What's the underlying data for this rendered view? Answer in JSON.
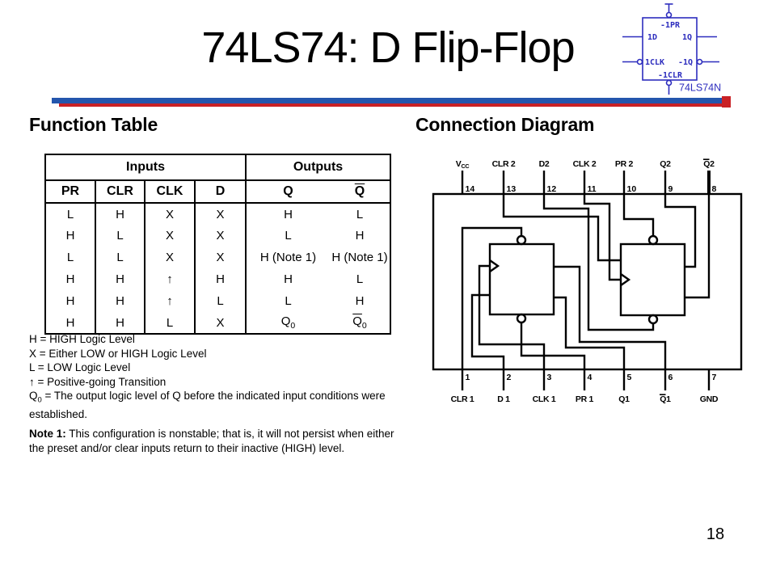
{
  "slide": {
    "title": "74LS74: D Flip-Flop",
    "page_number": "18"
  },
  "colors": {
    "divider_blue": "#2456ad",
    "divider_red": "#c92125",
    "symbol_blue": "#2d2dbe",
    "line_black": "#000000"
  },
  "chip_symbol": {
    "labels": {
      "pr": "-1PR",
      "d": "1D",
      "q": "1Q",
      "clk": "1CLK",
      "nq": "-1Q",
      "clr": "-1CLR"
    },
    "part_label": "74LS74N"
  },
  "function_table": {
    "heading": "Function Table",
    "group_headers": [
      "Inputs",
      "Outputs"
    ],
    "columns": [
      "PR",
      "CLR",
      "CLK",
      "D",
      "Q",
      "~Q"
    ],
    "rows": [
      [
        "L",
        "H",
        "X",
        "X",
        "H",
        "L"
      ],
      [
        "H",
        "L",
        "X",
        "X",
        "L",
        "H"
      ],
      [
        "L",
        "L",
        "X",
        "X",
        "H (Note 1)",
        "H (Note 1)"
      ],
      [
        "H",
        "H",
        "↑",
        "H",
        "H",
        "L"
      ],
      [
        "H",
        "H",
        "↑",
        "L",
        "L",
        "H"
      ],
      [
        "H",
        "H",
        "L",
        "X",
        "Q_0",
        "~Q_0"
      ]
    ],
    "legend": [
      "H = HIGH Logic Level",
      "X = Either LOW or HIGH Logic Level",
      "L = LOW Logic Level",
      "↑ = Positive-going Transition",
      "Q_0 = The output logic level of Q before the indicated input conditions were established."
    ],
    "note_label": "Note 1:",
    "note_text": " This configuration is nonstable; that is, it will not persist when either the preset and/or clear inputs return to their inactive (HIGH) level."
  },
  "connection_diagram": {
    "heading": "Connection Diagram",
    "top_pins": [
      {
        "num": "14",
        "label": "V_CC"
      },
      {
        "num": "13",
        "label": "CLR 2"
      },
      {
        "num": "12",
        "label": "D2"
      },
      {
        "num": "11",
        "label": "CLK 2"
      },
      {
        "num": "10",
        "label": "PR 2"
      },
      {
        "num": "9",
        "label": "Q2"
      },
      {
        "num": "8",
        "label": "~Q2"
      }
    ],
    "bottom_pins": [
      {
        "num": "1",
        "label": "CLR 1"
      },
      {
        "num": "2",
        "label": "D 1"
      },
      {
        "num": "3",
        "label": "CLK 1"
      },
      {
        "num": "4",
        "label": "PR 1"
      },
      {
        "num": "5",
        "label": "Q1"
      },
      {
        "num": "6",
        "label": "~Q1"
      },
      {
        "num": "7",
        "label": "GND"
      }
    ]
  }
}
